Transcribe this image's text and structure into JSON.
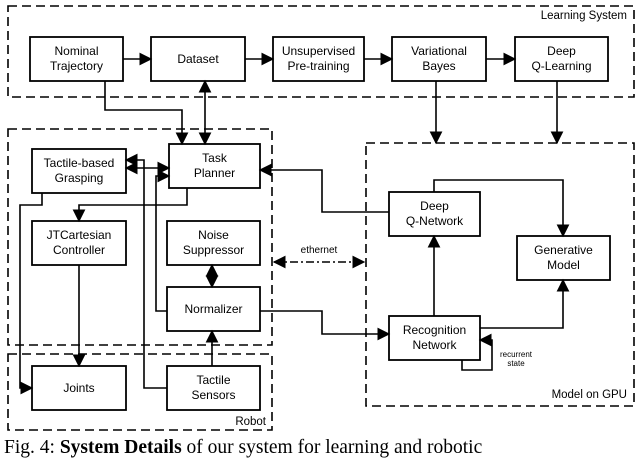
{
  "groups": {
    "learning_system": "Learning System",
    "robot": "Robot",
    "model_on_gpu": "Model on GPU"
  },
  "nodes": {
    "nominal_trajectory": [
      "Nominal",
      "Trajectory"
    ],
    "dataset": [
      "Dataset"
    ],
    "unsupervised_pretraining": [
      "Unsupervised",
      "Pre-training"
    ],
    "variational_bayes": [
      "Variational",
      "Bayes"
    ],
    "deep_q_learning": [
      "Deep",
      "Q-Learning"
    ],
    "tactile_grasping": [
      "Tactile-based",
      "Grasping"
    ],
    "task_planner": [
      "Task",
      "Planner"
    ],
    "jtcartesian_controller": [
      "JTCartesian",
      "Controller"
    ],
    "noise_suppressor": [
      "Noise",
      "Suppressor"
    ],
    "normalizer": [
      "Normalizer"
    ],
    "joints": [
      "Joints"
    ],
    "tactile_sensors": [
      "Tactile",
      "Sensors"
    ],
    "deep_q_network": [
      "Deep",
      "Q-Network"
    ],
    "generative_model": [
      "Generative",
      "Model"
    ],
    "recognition_network": [
      "Recognition",
      "Network"
    ]
  },
  "edge_labels": {
    "ethernet": "ethernet",
    "recurrent_state": [
      "recurrent",
      "state"
    ]
  },
  "caption": {
    "prefix": "Fig. 4: ",
    "bold": "System Details",
    "rest": " of our system for learning and robotic"
  }
}
